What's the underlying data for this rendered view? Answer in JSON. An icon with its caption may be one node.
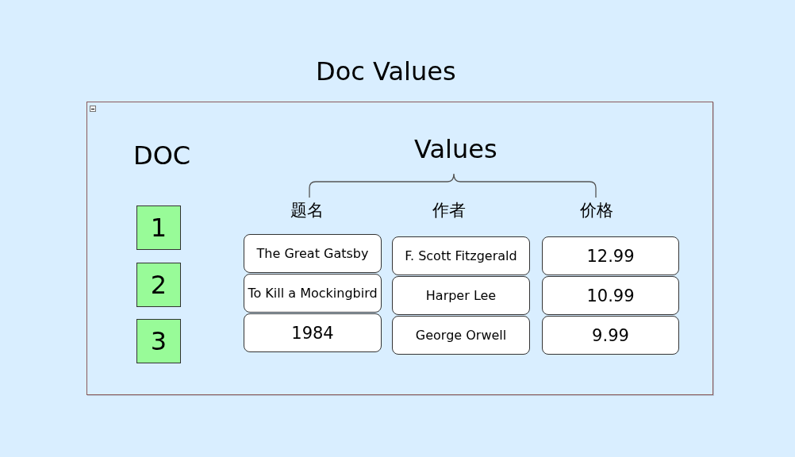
{
  "diagram": {
    "title": "Doc Values",
    "nodes": [
      {
        "text": [],
        "shape": "box"
      },
      {
        "text": [
          "1"
        ],
        "in": 0
      },
      {
        "text": [
          "2"
        ],
        "in": 0
      },
      {
        "text": [
          "3"
        ],
        "in": 0
      },
      {
        "text": [
          "The Great Gatsby"
        ],
        "in": 0
      },
      {
        "text": [
          "F. Scott Fitzgerald"
        ],
        "in": 0
      },
      {
        "text": [
          "12.99"
        ],
        "in": 0
      },
      {
        "text": [
          "To Kill a Mockingbird"
        ],
        "in": 0
      },
      {
        "text": [
          "Harper Lee"
        ],
        "in": 0
      },
      {
        "text": [
          "10.99"
        ],
        "in": 0
      },
      {
        "text": [
          "1984"
        ],
        "in": 0
      },
      {
        "text": [
          "George Orwell"
        ],
        "in": 0
      },
      {
        "text": [
          "9.99"
        ],
        "in": 0
      }
    ],
    "labels": [
      "DOC",
      "Values",
      "题名",
      "作者",
      "价格"
    ]
  }
}
